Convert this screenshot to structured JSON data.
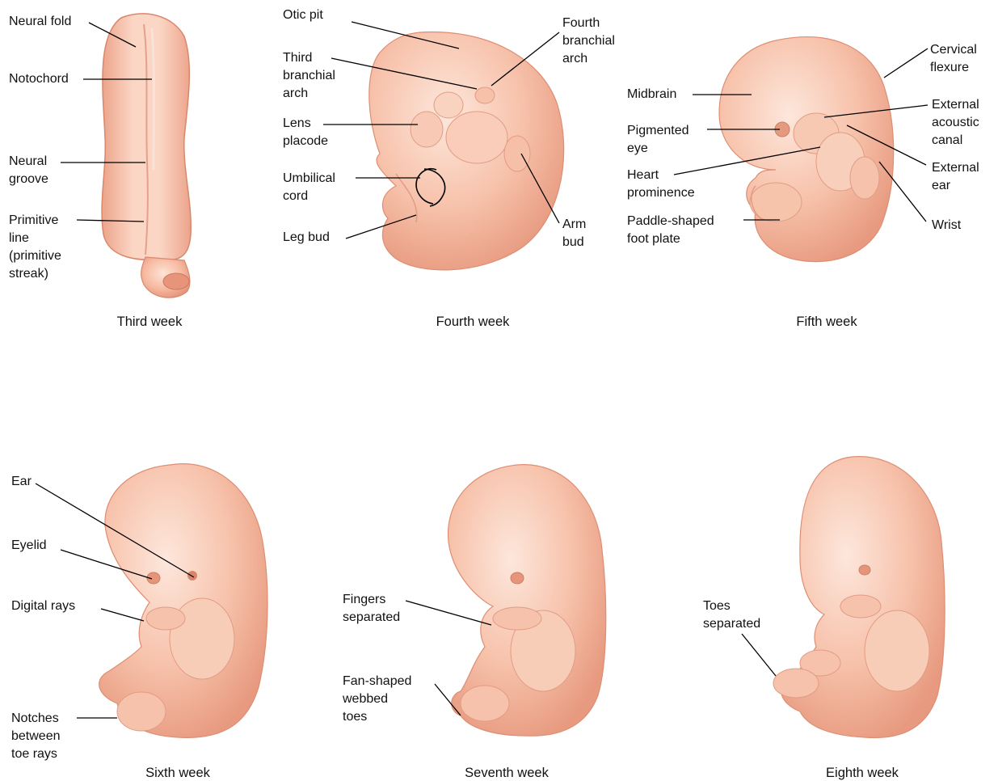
{
  "panels": [
    {
      "caption": "Third week",
      "labels": [
        "Neural fold",
        "Notochord",
        "Neural\ngroove",
        "Primitive\nline\n(primitive\nstreak)"
      ]
    },
    {
      "caption": "Fourth week",
      "labels": [
        "Otic pit",
        "Fourth\nbranchial\narch",
        "Third\nbranchial\narch",
        "Lens\nplacode",
        "Umbilical\ncord",
        "Leg bud",
        "Arm\nbud"
      ]
    },
    {
      "caption": "Fifth week",
      "labels": [
        "Cervical\nflexure",
        "Midbrain",
        "External\nacoustic\ncanal",
        "Pigmented\neye",
        "Heart\nprominence",
        "External\near",
        "Paddle-shaped\nfoot plate",
        "Wrist"
      ]
    },
    {
      "caption": "Sixth week",
      "labels": [
        "Ear",
        "Eyelid",
        "Digital rays",
        "Notches\nbetween\ntoe rays"
      ]
    },
    {
      "caption": "Seventh week",
      "labels": [
        "Fingers\nseparated",
        "Fan-shaped\nwebbed\ntoes"
      ]
    },
    {
      "caption": "Eighth week",
      "labels": [
        "Toes\nseparated"
      ]
    }
  ],
  "colors": {
    "skin_light": "#fbdccc",
    "skin_mid": "#f4b39a",
    "skin_dark": "#e08f74",
    "line": "#000000",
    "background": "#ffffff"
  }
}
